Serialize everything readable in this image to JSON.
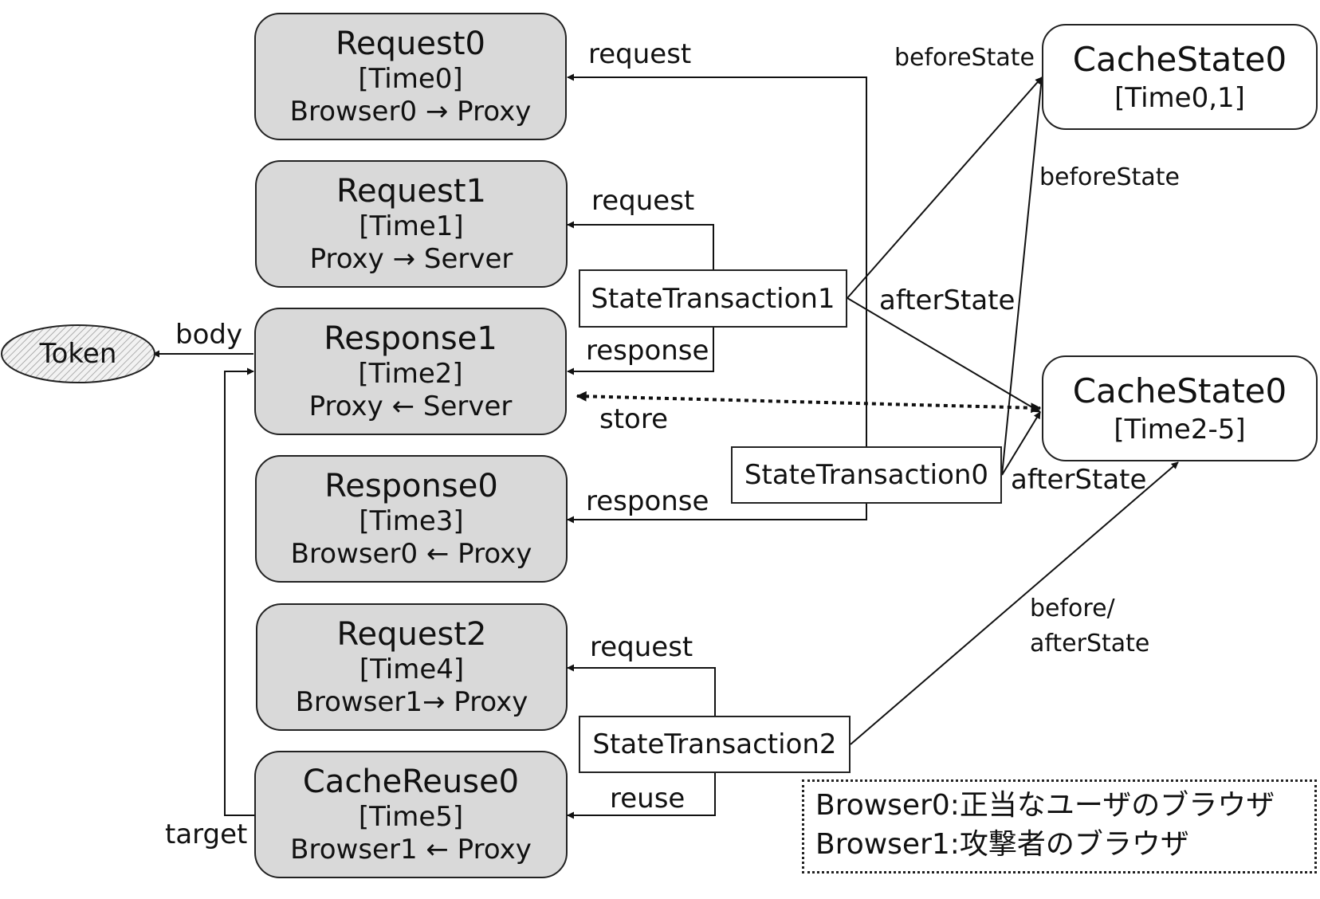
{
  "nodes": {
    "request0": {
      "name": "Request0",
      "time": "[Time0]",
      "route": "Browser0 → Proxy"
    },
    "request1": {
      "name": "Request1",
      "time": "[Time1]",
      "route": "Proxy → Server"
    },
    "response1": {
      "name": "Response1",
      "time": "[Time2]",
      "route": "Proxy ← Server"
    },
    "response0": {
      "name": "Response0",
      "time": "[Time3]",
      "route": "Browser0 ← Proxy"
    },
    "request2": {
      "name": "Request2",
      "time": "[Time4]",
      "route": "Browser1→ Proxy"
    },
    "cachereuse0": {
      "name": "CacheReuse0",
      "time": "[Time5]",
      "route": "Browser1 ← Proxy"
    }
  },
  "cache_states": {
    "top": {
      "name": "CacheState0",
      "time": "[Time0,1]"
    },
    "bottom": {
      "name": "CacheState0",
      "time": "[Time2-5]"
    }
  },
  "transactions": {
    "tx0": "StateTransaction0",
    "tx1": "StateTransaction1",
    "tx2": "StateTransaction2"
  },
  "token": "Token",
  "edge_labels": {
    "request_tx0": "request",
    "request_tx1": "request",
    "request_tx2": "request",
    "response_tx1": "response",
    "response_tx0": "response",
    "store": "store",
    "reuse": "reuse",
    "body": "body",
    "target": "target",
    "before_state_tx1": "beforeState",
    "before_state_tx0": "beforeState",
    "after_state_tx1": "afterState",
    "after_state_tx0": "afterState",
    "before_after_state": "before/\nafterState"
  },
  "legend": {
    "line1": "Browser0:正当なユーザのブラウザ",
    "line2": "Browser1:攻撃者のブラウザ"
  }
}
